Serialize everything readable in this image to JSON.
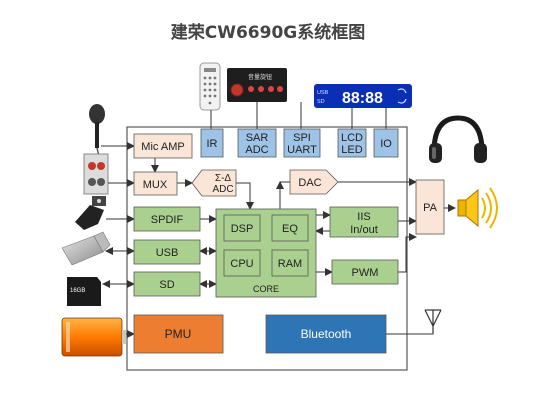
{
  "title": "建荣CW6690G系统框图",
  "blocks": {
    "mic_amp": "Mic AMP",
    "mux": "MUX",
    "sigma_delta_1": "Σ-Δ",
    "sigma_delta_2": "ADC",
    "ir": "IR",
    "sar_1": "SAR",
    "sar_2": "ADC",
    "spi_1": "SPI",
    "spi_2": "UART",
    "lcd_1": "LCD",
    "lcd_2": "LED",
    "io": "IO",
    "dac": "DAC",
    "pa": "PA",
    "spdif": "SPDIF",
    "usb": "USB",
    "sd": "SD",
    "dsp": "DSP",
    "eq": "EQ",
    "cpu": "CPU",
    "ram": "RAM",
    "core": "CORE",
    "iis_1": "IIS",
    "iis_2": "In/out",
    "pwm": "PWM",
    "pmu": "PMU",
    "bluetooth": "Bluetooth"
  },
  "peripherals": {
    "knob_panel_label": "音量旋钮",
    "display_readout": "88:88",
    "display_usb": "USB",
    "display_sd": "SD",
    "sd_card_label": "16GB"
  },
  "colors": {
    "blue_block": "#9dc3e6",
    "green_block": "#a9d08e",
    "peach_block": "#fbe5d6",
    "pmu": "#ed7d31",
    "bluetooth": "#2e75b6",
    "frame": "#595959"
  }
}
